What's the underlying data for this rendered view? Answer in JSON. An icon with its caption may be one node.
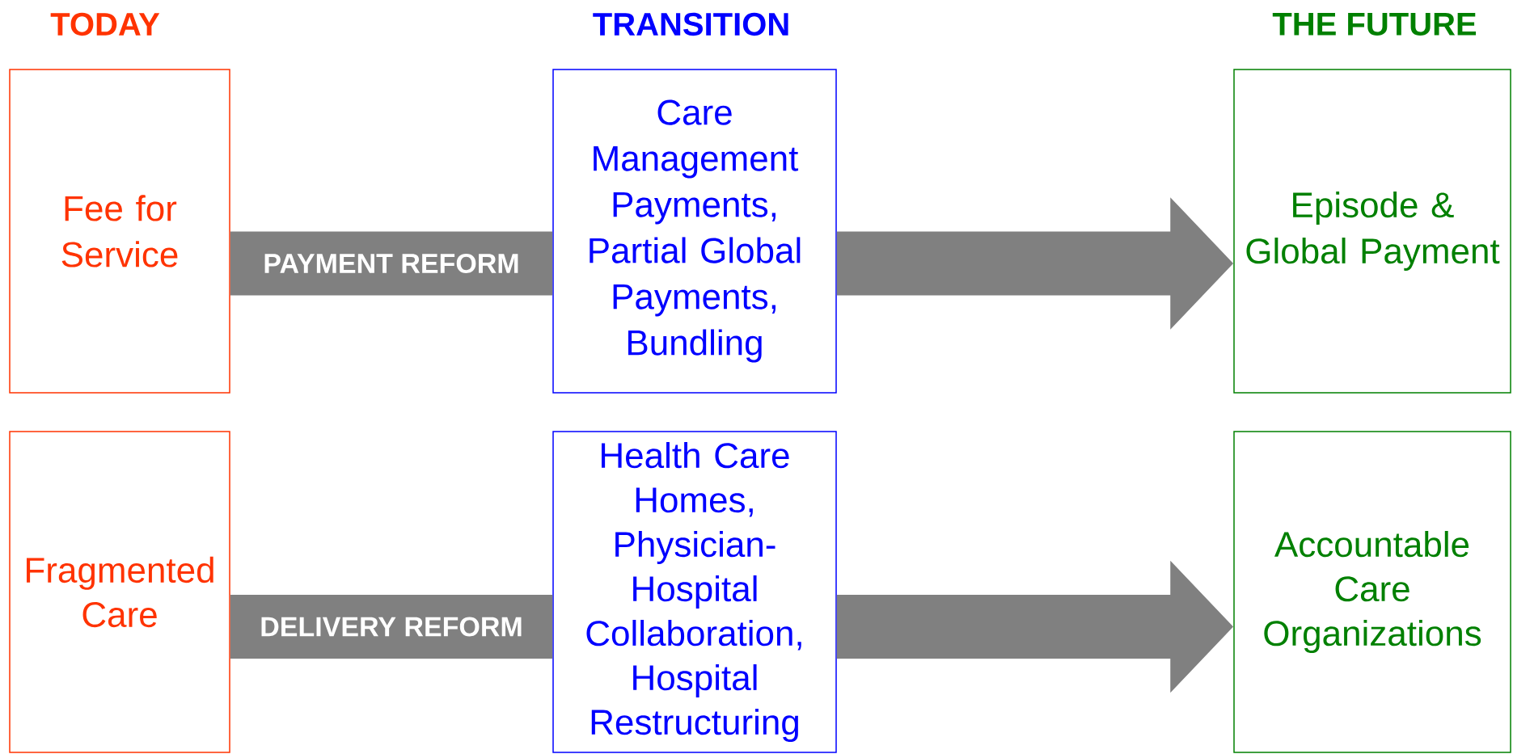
{
  "diagram": {
    "nodes": [
      {
        "text": [
          "Fee for Service"
        ]
      },
      {
        "text": [
          "Care Management Payments, Partial Global Payments, Bundling"
        ]
      },
      {
        "text": [
          "Episode & Global Payment"
        ]
      },
      {
        "text": [
          "Fragmented Care"
        ]
      },
      {
        "text": [
          "Health Care Homes, Physician-Hospital Collaboration, Hospital Restructuring"
        ]
      },
      {
        "text": [
          "Accountable Care Organizations"
        ]
      }
    ],
    "edges": [
      {
        "from": 0,
        "to": 1,
        "arrow": "none",
        "label": "PAYMENT REFORM"
      },
      {
        "from": 1,
        "to": 2,
        "arrow": "to"
      },
      {
        "from": 3,
        "to": 4,
        "arrow": "none",
        "label": "DELIVERY REFORM"
      },
      {
        "from": 4,
        "to": 5,
        "arrow": "to"
      }
    ],
    "labels": [
      "TODAY",
      "TRANSITION",
      "THE FUTURE"
    ]
  }
}
